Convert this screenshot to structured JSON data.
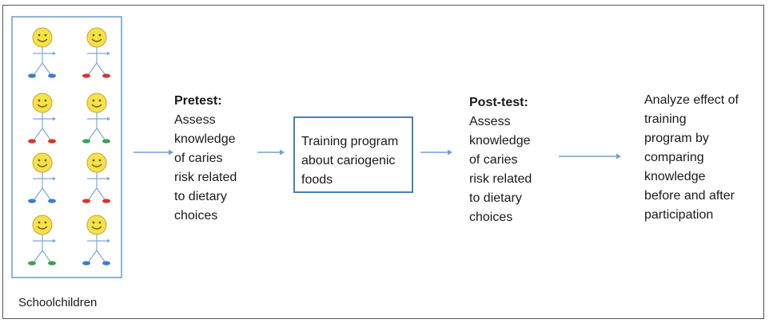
{
  "caption": "Schoolchildren",
  "pretest": {
    "heading": "Pretest:",
    "lines": [
      "Assess",
      "knowledge",
      "of caries",
      "risk related",
      "to dietary",
      "choices"
    ]
  },
  "training": {
    "lines": [
      "Training program",
      "about cariogenic",
      "foods"
    ]
  },
  "posttest": {
    "heading": "Post-test:",
    "lines": [
      "Assess",
      "knowledge",
      "of caries",
      "risk related",
      "to dietary",
      "choices"
    ]
  },
  "analysis": {
    "lines": [
      "Analyze effect of",
      "training",
      "program by",
      "comparing",
      "knowledge",
      "before and after",
      "participation"
    ]
  },
  "colors": {
    "face": "#f5e14a",
    "face_outline": "#c9a437",
    "body_line": "#7ea9d8",
    "arrow": "#6fa0d6",
    "foot_blue": "#3a7fd0",
    "foot_red": "#d9342b",
    "foot_green": "#3aa34a"
  },
  "figures": [
    {
      "feet": "blue"
    },
    {
      "feet": "red"
    },
    {
      "feet": "red"
    },
    {
      "feet": "green"
    },
    {
      "feet": "blue"
    },
    {
      "feet": "red"
    },
    {
      "feet": "green"
    },
    {
      "feet": "blue"
    }
  ]
}
